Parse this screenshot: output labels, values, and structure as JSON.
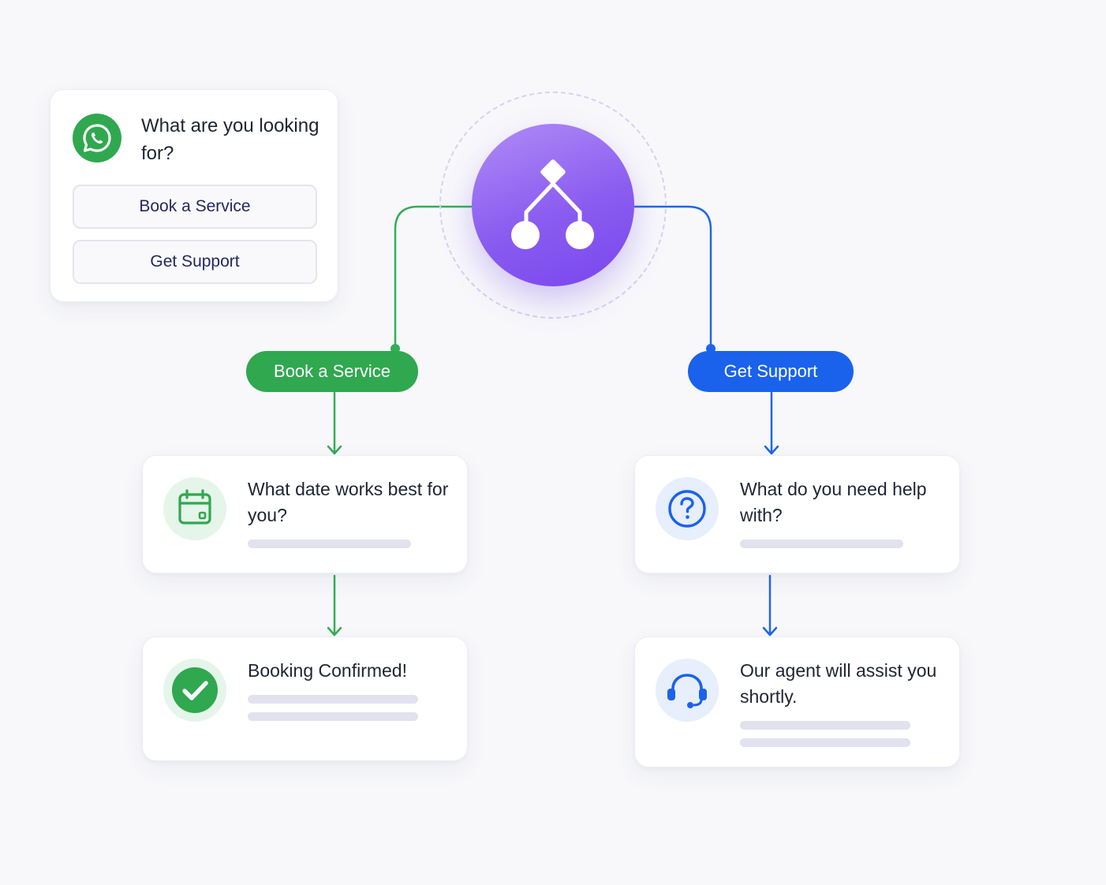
{
  "prompt": {
    "question": "What are you looking for?",
    "options": [
      "Book a Service",
      "Get Support"
    ],
    "icon": "whatsapp-icon"
  },
  "hub": {
    "icon": "branch-icon"
  },
  "branches": {
    "left": {
      "label": "Book a Service",
      "color": "#2fa84f",
      "steps": [
        {
          "text": "What date works best for you?",
          "icon": "calendar-icon"
        },
        {
          "text": "Booking Confirmed!",
          "icon": "check-circle-icon"
        }
      ]
    },
    "right": {
      "label": "Get Support",
      "color": "#1a62ec",
      "steps": [
        {
          "text": "What do you need help with?",
          "icon": "question-circle-icon"
        },
        {
          "text": "Our agent will assist you shortly.",
          "icon": "headset-icon"
        }
      ]
    }
  },
  "colors": {
    "hub_purple": "#8a5cf0",
    "placeholder_bar": "#e1e2ee"
  }
}
